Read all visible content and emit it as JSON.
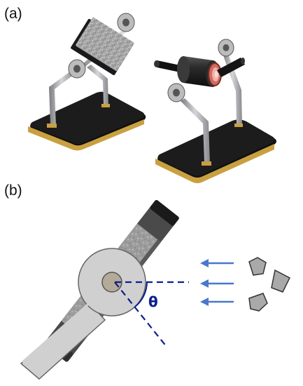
{
  "figure": {
    "panel_a_label": "(a)",
    "panel_b_label": "(b)",
    "angle_symbol": "θ",
    "colors": {
      "base": "#1c1c1c",
      "gold_trim": "#c9a040",
      "metal_arm": "#a8a8ac",
      "sample_plate": "#8e8e8e",
      "dark_cylinder": "#262626",
      "copper_ring": "#d06a60",
      "angle_lines": "#0c1f8c",
      "flow_arrows": "#4a78cc",
      "particles": "#a9a9a9"
    },
    "icons": [
      "sample-holder-plate",
      "sample-holder-cylinder",
      "flow-arrow",
      "particle"
    ]
  }
}
